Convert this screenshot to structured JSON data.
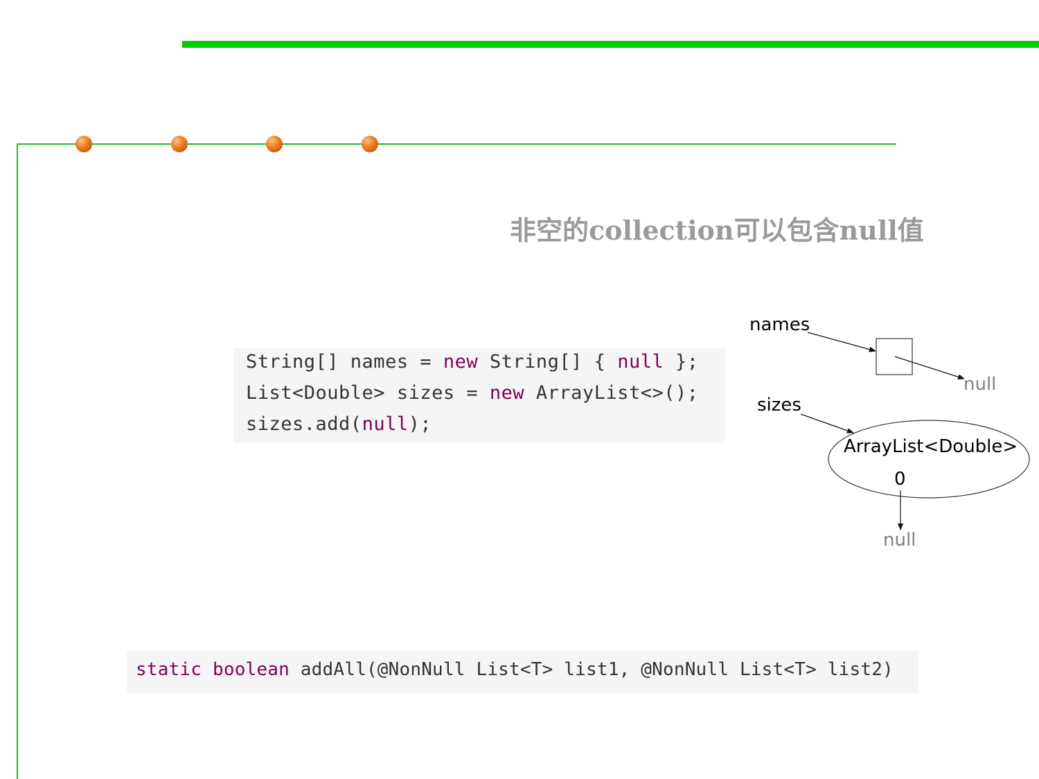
{
  "slide": {
    "title": "非空的collection可以包含null值"
  },
  "code_block_1": {
    "lines": [
      {
        "segments": [
          {
            "text": "String[] names = ",
            "kind": "plain"
          },
          {
            "text": "new",
            "kind": "keyword"
          },
          {
            "text": " String[] { ",
            "kind": "plain"
          },
          {
            "text": "null",
            "kind": "keyword"
          },
          {
            "text": " };",
            "kind": "plain"
          }
        ]
      },
      {
        "segments": [
          {
            "text": "List<Double> sizes = ",
            "kind": "plain"
          },
          {
            "text": "new",
            "kind": "keyword"
          },
          {
            "text": " ArrayList<>();",
            "kind": "plain"
          }
        ]
      },
      {
        "segments": [
          {
            "text": "sizes.add(",
            "kind": "plain"
          },
          {
            "text": "null",
            "kind": "keyword"
          },
          {
            "text": ");",
            "kind": "plain"
          }
        ]
      }
    ]
  },
  "code_block_2": {
    "lines": [
      {
        "segments": [
          {
            "text": "static",
            "kind": "keyword"
          },
          {
            "text": " ",
            "kind": "plain"
          },
          {
            "text": "boolean",
            "kind": "keyword"
          },
          {
            "text": " addAll(@NonNull List<T> list1, @NonNull List<T> list2)",
            "kind": "plain"
          }
        ]
      }
    ]
  },
  "diagram": {
    "names_label": "names",
    "sizes_label": "sizes",
    "array_null_label": "null",
    "arraylist_label": "ArrayList<Double>",
    "index_label": "0",
    "list_null_label": "null"
  },
  "colors": {
    "accent_bar": "#00cc00",
    "frame_line": "#22bb22",
    "dot_orange": "#f08a30",
    "keyword": "#7f0055",
    "code_text": "#333333",
    "code_bg": "#f5f5f5",
    "title_gray": "#9a9a9a",
    "null_gray": "#808080"
  }
}
